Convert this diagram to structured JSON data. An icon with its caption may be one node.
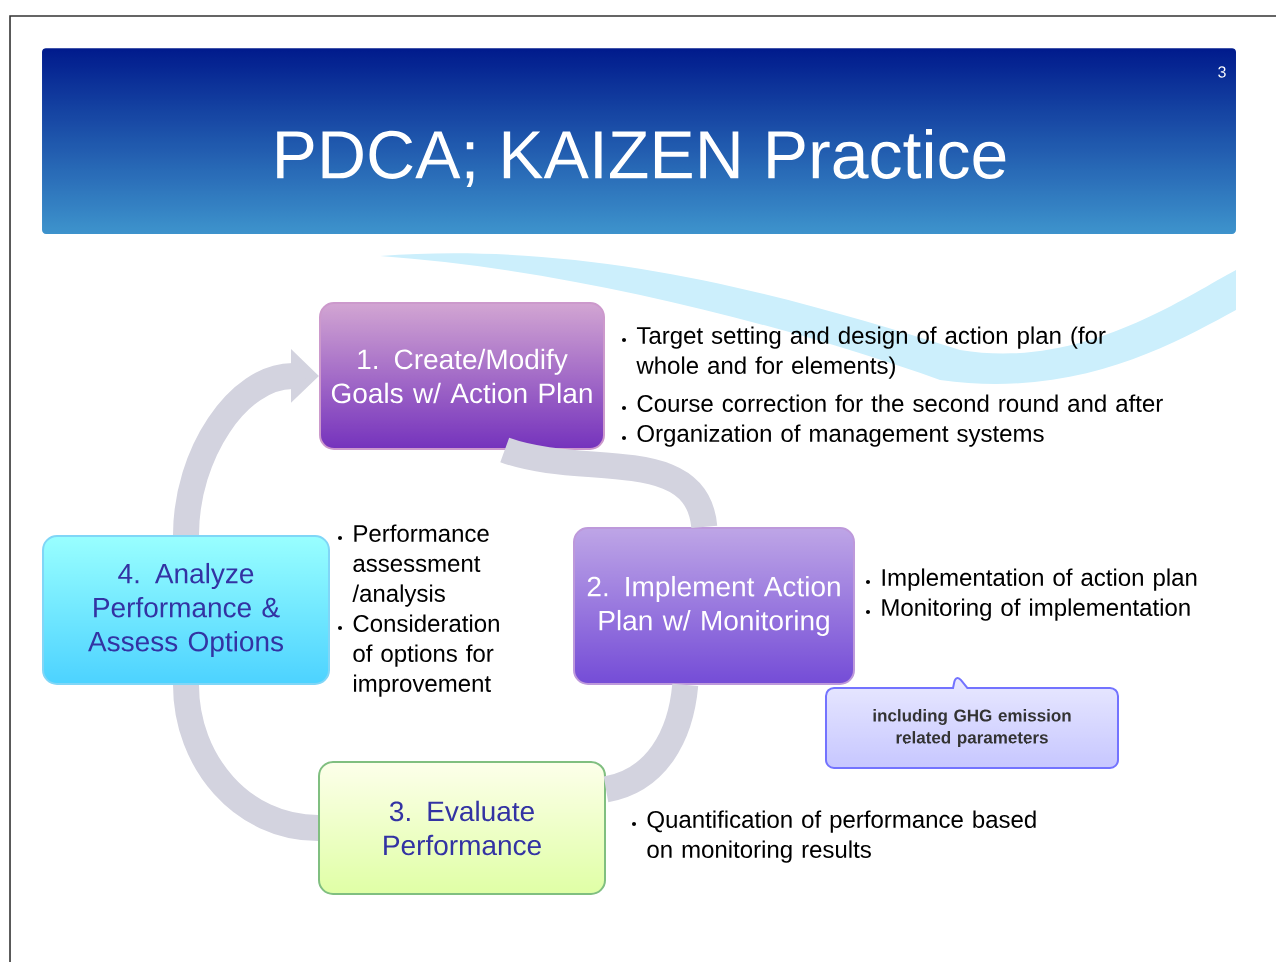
{
  "diagram": {
    "title": "PDCA; KAIZEN Practice",
    "nodes": [
      {
        "text": [
          "1. Create/Modify Goals w/ Action Plan"
        ],
        "beside": [
          "Target setting and design of action plan (for whole and for elements)",
          "Course correction for the second round and after",
          "Organization of management systems"
        ]
      },
      {
        "text": [
          "2. Implement Action Plan w/ Monitoring"
        ],
        "beside": [
          "Implementation of action plan",
          "Monitoring of implementation"
        ]
      },
      {
        "text": [
          "3. Evaluate Performance"
        ],
        "beside": [
          "Quantification of performance based on monitoring results"
        ]
      },
      {
        "text": [
          "4. Analyze Performance & Assess Options"
        ],
        "beside": [
          "Performance assessment /analysis",
          "Consideration of options for improvement"
        ]
      },
      {
        "text": [
          "including GHG emission related parameters"
        ]
      }
    ],
    "edges": [
      {
        "from": 0,
        "to": 1,
        "arrow": "none"
      },
      {
        "from": 1,
        "to": 2,
        "arrow": "none"
      },
      {
        "from": 2,
        "to": 3,
        "arrow": "none"
      },
      {
        "from": 3,
        "to": 0,
        "arrow": "to"
      }
    ],
    "labels": [
      "3"
    ]
  }
}
